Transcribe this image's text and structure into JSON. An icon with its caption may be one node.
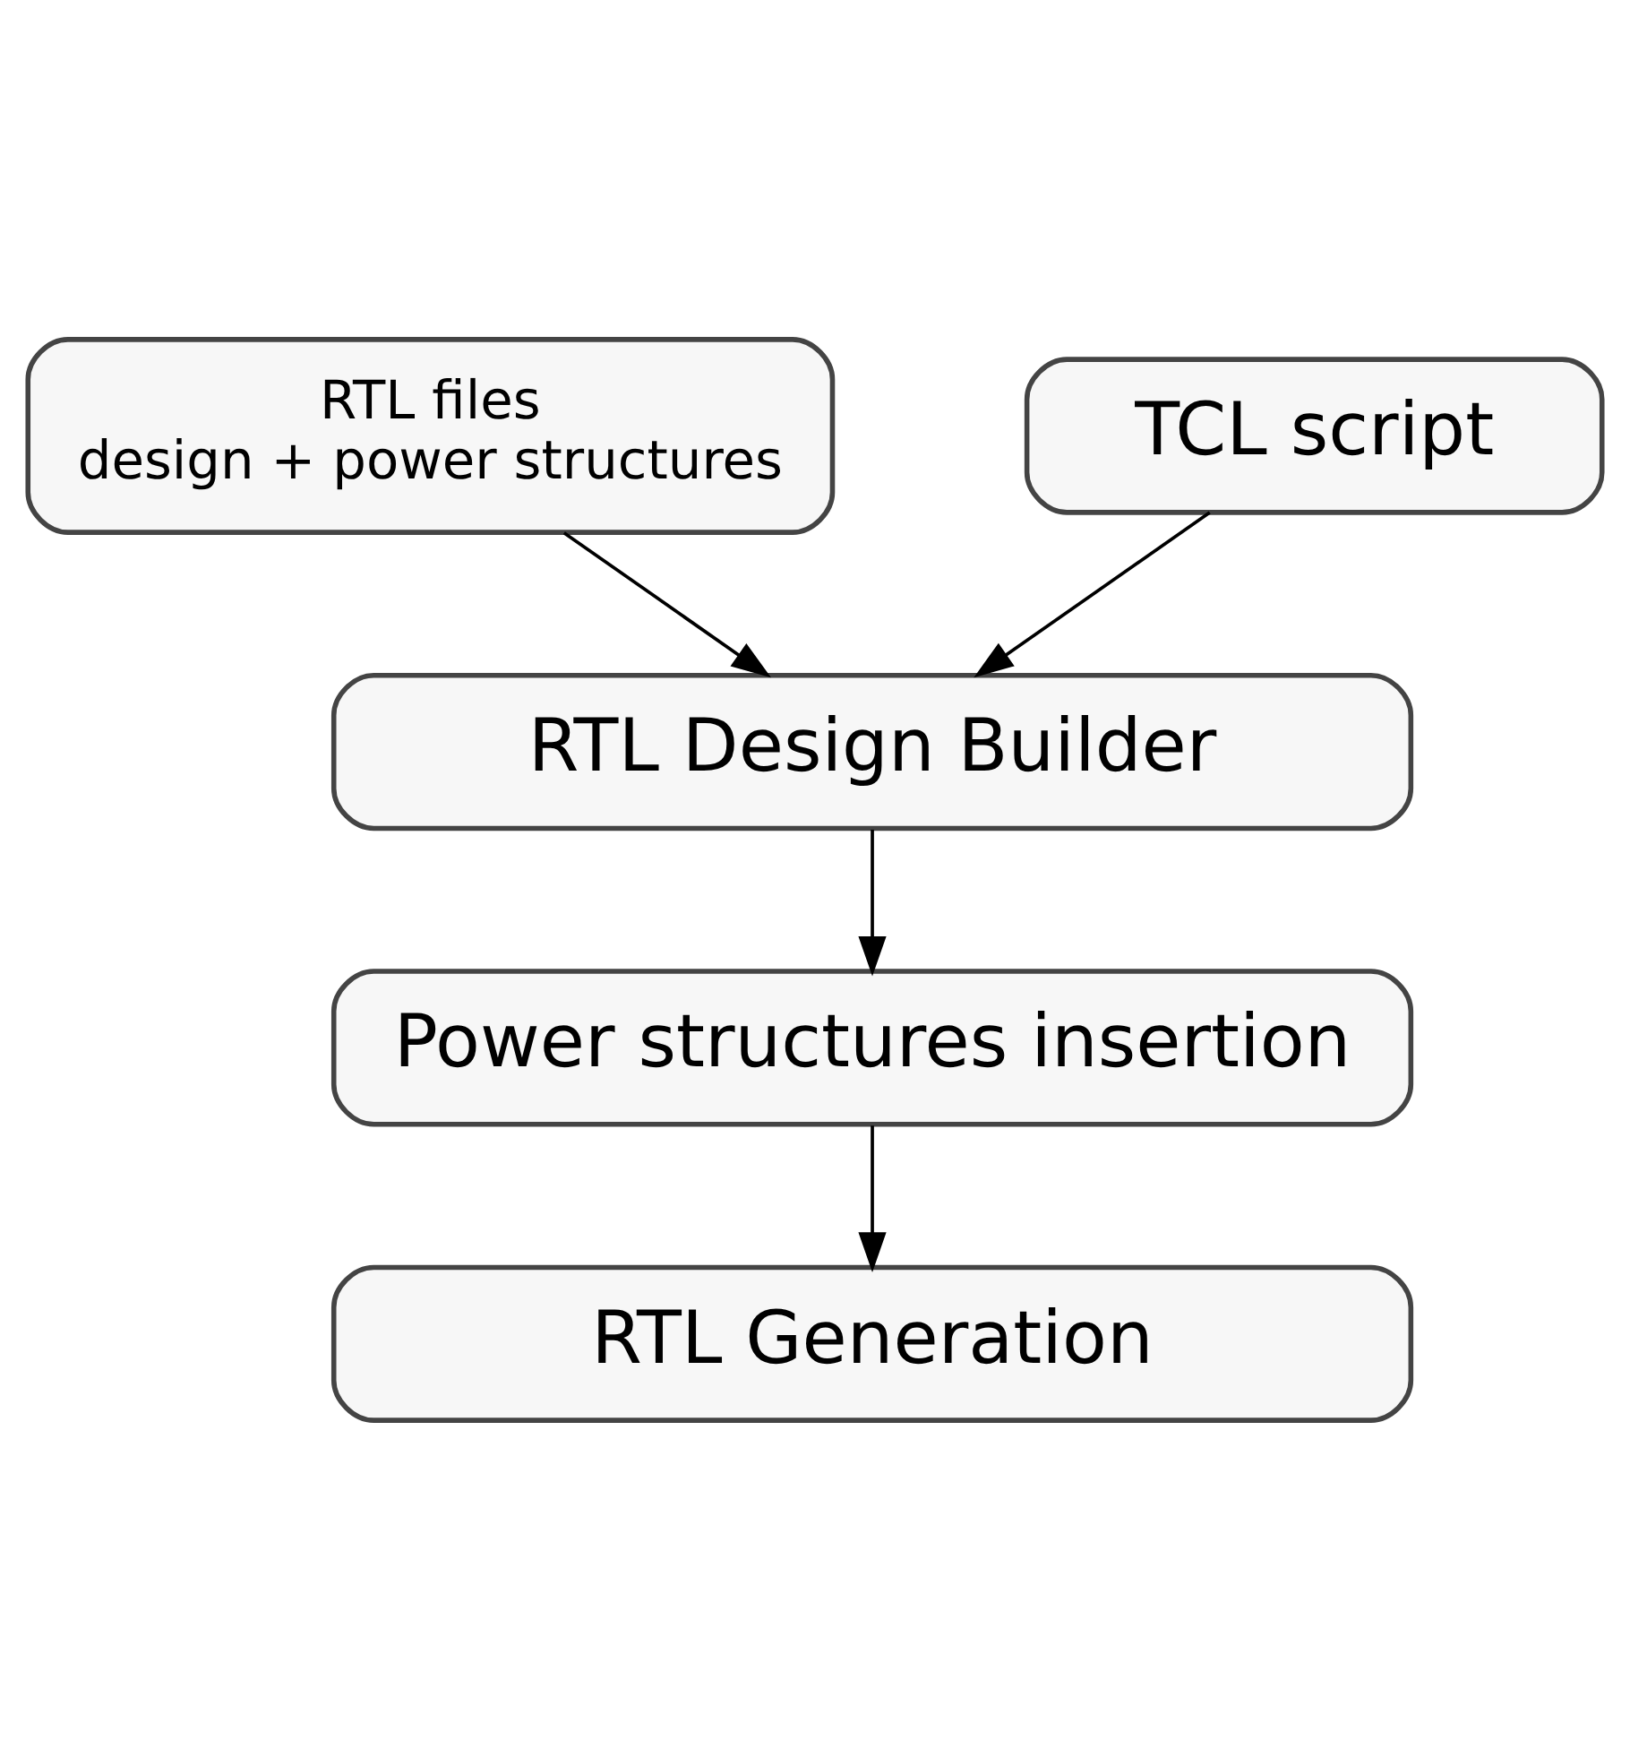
{
  "diagram": {
    "nodes": [
      {
        "text": [
          "RTL files",
          "design + power structures"
        ]
      },
      {
        "text": [
          "TCL script"
        ]
      },
      {
        "text": [
          "RTL Design Builder"
        ]
      },
      {
        "text": [
          "Power structures insertion"
        ]
      },
      {
        "text": [
          "RTL Generation"
        ]
      }
    ],
    "edges": [
      {
        "from": 0,
        "to": 2,
        "arrow": "to"
      },
      {
        "from": 1,
        "to": 2,
        "arrow": "to"
      },
      {
        "from": 2,
        "to": 3,
        "arrow": "to"
      },
      {
        "from": 3,
        "to": 4,
        "arrow": "to"
      }
    ]
  }
}
